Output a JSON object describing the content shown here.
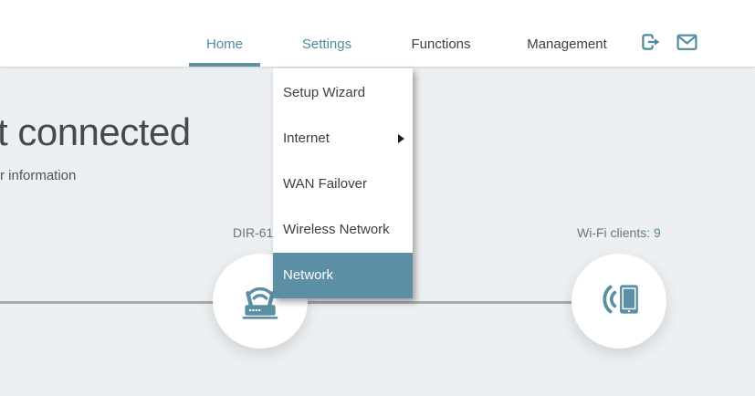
{
  "nav": {
    "items": [
      {
        "label": "Home",
        "state": "active"
      },
      {
        "label": "Settings",
        "state": "open"
      },
      {
        "label": "Functions",
        "state": "default"
      },
      {
        "label": "Management",
        "state": "default"
      }
    ],
    "icons": [
      {
        "name": "logout-icon"
      },
      {
        "name": "mail-icon"
      }
    ]
  },
  "settings_menu": {
    "items": [
      {
        "label": "Setup Wizard",
        "has_submenu": false,
        "selected": false
      },
      {
        "label": "Internet",
        "has_submenu": true,
        "selected": false
      },
      {
        "label": "WAN Failover",
        "has_submenu": false,
        "selected": false
      },
      {
        "label": "Wireless Network",
        "has_submenu": false,
        "selected": false
      },
      {
        "label": "Network",
        "has_submenu": false,
        "selected": true
      }
    ]
  },
  "main": {
    "heading": "t connected",
    "subheading": "r information",
    "device_label": "DIR-61",
    "wifi_label": "Wi-Fi clients:",
    "wifi_count": "9"
  },
  "colors": {
    "accent": "#4d8ba0",
    "menu_highlight": "#5b8fa3",
    "page_bg": "#edf0f2",
    "line": "#a8aaac",
    "nav_text": "#3a3f45",
    "heading_text": "#46494e",
    "label_text": "#6b747c"
  }
}
